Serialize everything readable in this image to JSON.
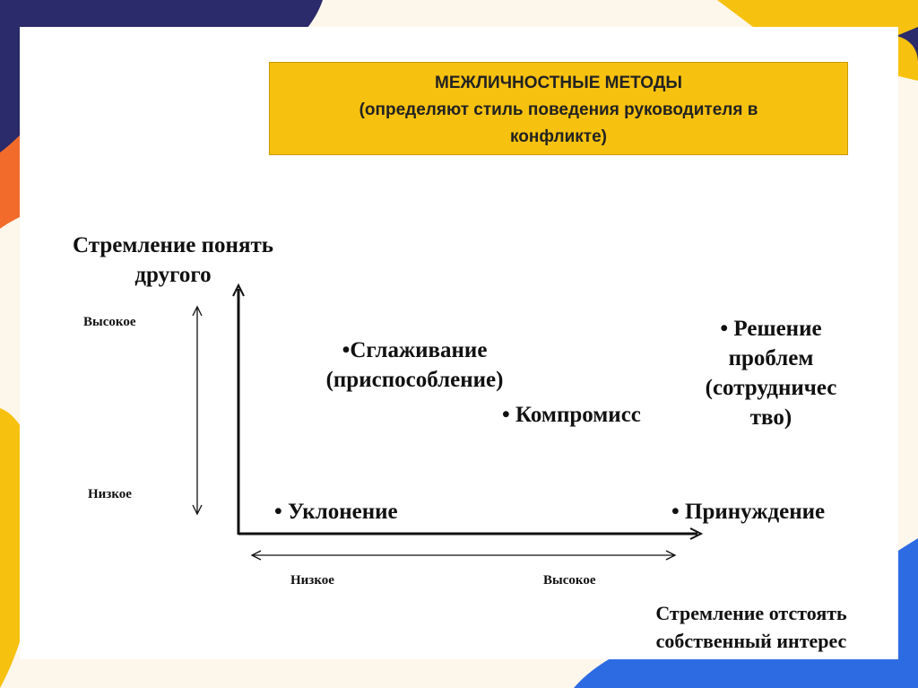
{
  "header": {
    "title_line1": "МЕЖЛИЧНОСТНЫЕ МЕТОДЫ",
    "title_line2": "(определяют стиль поведения руководителя в",
    "title_line3": "конфликте)"
  },
  "chart_data": {
    "type": "scatter",
    "grid": false,
    "ylabel": "Стремление понять другого",
    "ylabel_line1": "Стремление понять",
    "ylabel_line2": "другого",
    "xlabel": "Стремление отстоять собственный интерес",
    "xlabel_line1": "Стремление отстоять",
    "xlabel_line2": "собственный интерес",
    "y_scale": {
      "high": "Высокое",
      "low": "Низкое"
    },
    "x_scale": {
      "low": "Низкое",
      "high": "Высокое"
    },
    "points": [
      {
        "name": "Уклонение",
        "label": "• Уклонение",
        "x": "Низкое",
        "y": "Низкое"
      },
      {
        "name": "Принуждение",
        "label": "• Принуждение",
        "x": "Высокое",
        "y": "Низкое"
      },
      {
        "name": "Сглаживание (приспособление)",
        "line1": "•Сглаживание",
        "line2": "(приспособление)",
        "x": "Низкое",
        "y": "Высокое"
      },
      {
        "name": "Компромисс",
        "label": "• Компромисс",
        "x": "Среднее",
        "y": "Среднее"
      },
      {
        "name": "Решение проблем (сотрудничество)",
        "line1": "• Решение",
        "line2": "проблем",
        "line3": "(сотрудничес",
        "line4": "тво)",
        "x": "Высокое",
        "y": "Высокое"
      }
    ]
  }
}
